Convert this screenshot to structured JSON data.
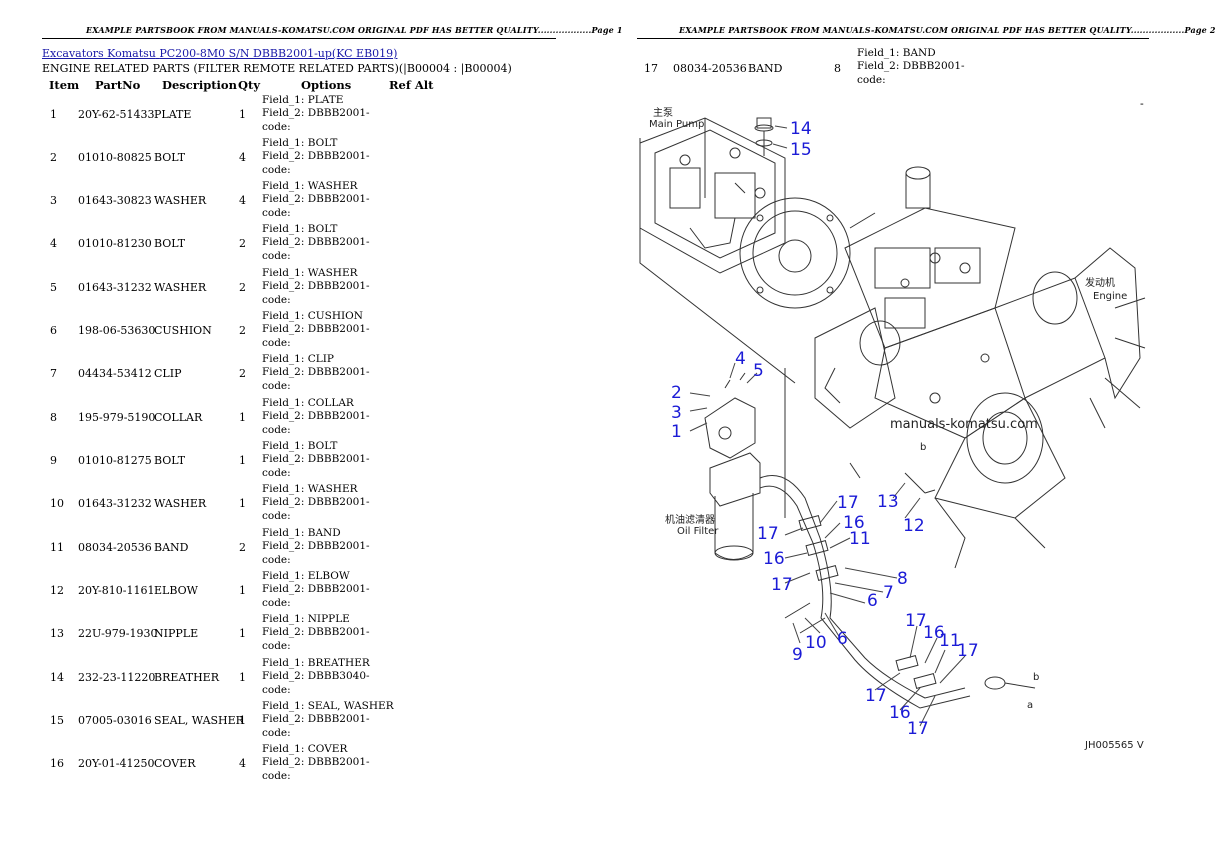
{
  "page1": {
    "header": "EXAMPLE PARTSBOOK FROM MANUALS-KOMATSU.COM ORIGINAL PDF HAS BETTER QUALITY..................Page 1",
    "breadcrumb": {
      "category": "Excavators Komatsu",
      "model": "PC200-8M0 S/N DBBB2001-up(KC EB019)"
    },
    "section_title": "ENGINE RELATED PARTS (FILTER REMOTE RELATED PARTS)(|B00004 : |B00004)",
    "columns": {
      "item": "Item",
      "partno": "PartNo",
      "description": "Description",
      "qty": "Qty",
      "options": "Options",
      "refalt": "Ref Alt"
    },
    "rows": [
      {
        "item": "1",
        "partno": "20Y-62-51433",
        "description": "PLATE",
        "qty": "1",
        "f1": "Field_1: PLATE",
        "f2": "Field_2: DBBB2001-",
        "f3": "code:"
      },
      {
        "item": "2",
        "partno": "01010-80825",
        "description": "BOLT",
        "qty": "4",
        "f1": "Field_1: BOLT",
        "f2": "Field_2: DBBB2001-",
        "f3": "code:"
      },
      {
        "item": "3",
        "partno": "01643-30823",
        "description": "WASHER",
        "qty": "4",
        "f1": "Field_1: WASHER",
        "f2": "Field_2: DBBB2001-",
        "f3": "code:"
      },
      {
        "item": "4",
        "partno": "01010-81230",
        "description": "BOLT",
        "qty": "2",
        "f1": "Field_1: BOLT",
        "f2": "Field_2: DBBB2001-",
        "f3": "code:"
      },
      {
        "item": "5",
        "partno": "01643-31232",
        "description": "WASHER",
        "qty": "2",
        "f1": "Field_1: WASHER",
        "f2": "Field_2: DBBB2001-",
        "f3": "code:"
      },
      {
        "item": "6",
        "partno": "198-06-53630",
        "description": "CUSHION",
        "qty": "2",
        "f1": "Field_1: CUSHION",
        "f2": "Field_2: DBBB2001-",
        "f3": "code:"
      },
      {
        "item": "7",
        "partno": "04434-53412",
        "description": "CLIP",
        "qty": "2",
        "f1": "Field_1: CLIP",
        "f2": "Field_2: DBBB2001-",
        "f3": "code:"
      },
      {
        "item": "8",
        "partno": "195-979-5190",
        "description": "COLLAR",
        "qty": "1",
        "f1": "Field_1: COLLAR",
        "f2": "Field_2: DBBB2001-",
        "f3": "code:"
      },
      {
        "item": "9",
        "partno": "01010-81275",
        "description": "BOLT",
        "qty": "1",
        "f1": "Field_1: BOLT",
        "f2": "Field_2: DBBB2001-",
        "f3": "code:"
      },
      {
        "item": "10",
        "partno": "01643-31232",
        "description": "WASHER",
        "qty": "1",
        "f1": "Field_1: WASHER",
        "f2": "Field_2: DBBB2001-",
        "f3": "code:"
      },
      {
        "item": "11",
        "partno": "08034-20536",
        "description": "BAND",
        "qty": "2",
        "f1": "Field_1: BAND",
        "f2": "Field_2: DBBB2001-",
        "f3": "code:"
      },
      {
        "item": "12",
        "partno": "20Y-810-1161",
        "description": "ELBOW",
        "qty": "1",
        "f1": "Field_1: ELBOW",
        "f2": "Field_2: DBBB2001-",
        "f3": "code:"
      },
      {
        "item": "13",
        "partno": "22U-979-1930",
        "description": "NIPPLE",
        "qty": "1",
        "f1": "Field_1: NIPPLE",
        "f2": "Field_2: DBBB2001-",
        "f3": "code:"
      },
      {
        "item": "14",
        "partno": "232-23-11220",
        "description": "BREATHER",
        "qty": "1",
        "f1": "Field_1: BREATHER",
        "f2": "Field_2: DBBB3040-",
        "f3": "code:"
      },
      {
        "item": "15",
        "partno": "07005-03016",
        "description": "SEAL, WASHER",
        "qty": "1",
        "f1": "Field_1: SEAL, WASHER",
        "f2": "Field_2: DBBB2001-",
        "f3": "code:"
      },
      {
        "item": "16",
        "partno": "20Y-01-41250",
        "description": "COVER",
        "qty": "4",
        "f1": "Field_1: COVER",
        "f2": "Field_2: DBBB2001-",
        "f3": "code:"
      }
    ]
  },
  "page2": {
    "header": "EXAMPLE PARTSBOOK FROM MANUALS-KOMATSU.COM ORIGINAL PDF HAS BETTER QUALITY..................Page 2",
    "row": {
      "item": "17",
      "partno": "08034-20536",
      "description": "BAND",
      "qty": "8",
      "f1": "Field_1: BAND",
      "f2": "Field_2: DBBB2001-",
      "f3": "code:"
    },
    "dash": "-",
    "diagram": {
      "callouts": [
        "14",
        "15",
        "4",
        "5",
        "2",
        "3",
        "1",
        "17",
        "16",
        "11",
        "16",
        "17",
        "17",
        "8",
        "7",
        "6",
        "9",
        "10",
        "6",
        "13",
        "12",
        "17",
        "16",
        "11",
        "17",
        "17",
        "16",
        "17"
      ],
      "label_pump_cn": "主泵",
      "label_pump_en": "Main Pump",
      "label_engine_cn": "发动机",
      "label_engine_en": "Engine",
      "label_filter_cn": "机油滤清器",
      "label_filter_en": "Oil Filter",
      "watermark": "manuals-komatsu.com",
      "marker_b": "b",
      "marker_a": "a",
      "figure_code": "JH005565 V",
      "callout_color": "#1b1bd6"
    }
  }
}
